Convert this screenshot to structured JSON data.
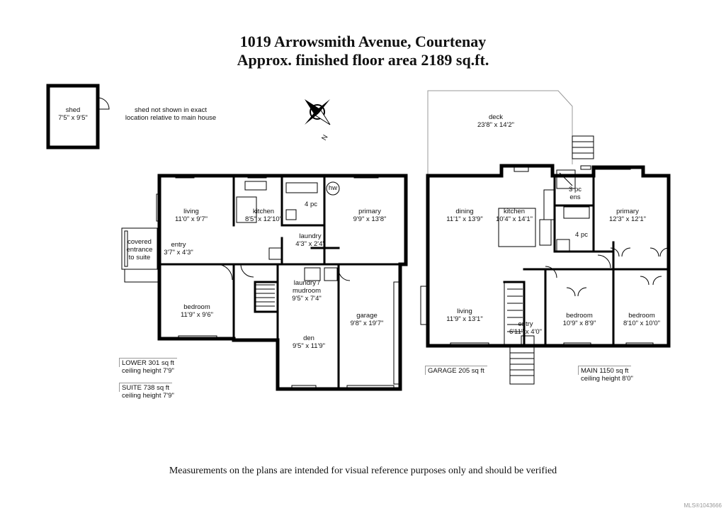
{
  "header": {
    "address": "1019 Arrowsmith Avenue, Courtenay",
    "area": "Approx. finished floor area 2189 sq.ft."
  },
  "shed": {
    "name": "shed",
    "dims": "7'5\" x 9'5\"",
    "note_line1": "shed not shown in exact",
    "note_line2": "location relative to main house"
  },
  "compass": {
    "letter": "N"
  },
  "lower_rooms": {
    "living": {
      "name": "living",
      "dims": "11'0\" x 9'7\""
    },
    "kitchen": {
      "name": "kitchen",
      "dims": "8'5\" x 12'10\""
    },
    "bath": {
      "name": "4 pc"
    },
    "hw": {
      "name": "hw"
    },
    "primary": {
      "name": "primary",
      "dims": "9'9\" x 13'8\""
    },
    "laundry": {
      "name": "laundry",
      "dims": "4'3\" x 2'4\""
    },
    "covered": {
      "line1": "covered",
      "line2": "entrance",
      "line3": "to suite"
    },
    "entry": {
      "name": "entry",
      "dims": "3'7\" x 4'3\""
    },
    "mudroom": {
      "line1": "laundry /",
      "line2": "mudroom",
      "dims": "9'5\" x 7'4\""
    },
    "bedroom": {
      "name": "bedroom",
      "dims": "11'9\" x 9'6\""
    },
    "garage": {
      "name": "garage",
      "dims": "9'8\" x 19'7\""
    },
    "den": {
      "name": "den",
      "dims": "9'5\" x 11'9\""
    }
  },
  "main_rooms": {
    "deck": {
      "name": "deck",
      "dims": "23'8\" x 14'2\""
    },
    "dining": {
      "name": "dining",
      "dims": "11'1\" x 13'9\""
    },
    "kitchen": {
      "name": "kitchen",
      "dims": "10'4\" x 14'1\""
    },
    "ensuite": {
      "line1": "3 pc",
      "line2": "ens"
    },
    "primary": {
      "name": "primary",
      "dims": "12'3\" x 12'1\""
    },
    "bath": {
      "name": "4 pc"
    },
    "living": {
      "name": "living",
      "dims": "11'9\" x 13'1\""
    },
    "entry": {
      "name": "entry",
      "dims": "6'11\" x 4'0\""
    },
    "bedroom1": {
      "name": "bedroom",
      "dims": "10'9\" x 8'9\""
    },
    "bedroom2": {
      "name": "bedroom",
      "dims": "8'10\" x 10'0\""
    }
  },
  "summaries": {
    "lower": {
      "line1": "LOWER  301 sq ft",
      "line2": "ceiling height 7'9\""
    },
    "suite": {
      "line1": "SUITE  738 sq ft",
      "line2": "ceiling height 7'9\""
    },
    "garage": {
      "line1": "GARAGE  205 sq ft"
    },
    "main": {
      "line1": "MAIN  1150 sq ft",
      "line2": "ceiling height 8'0\""
    }
  },
  "footer": {
    "disclaimer": "Measurements on the plans are intended for visual reference purposes only and should be verified",
    "mls": "MLS®1043666"
  }
}
